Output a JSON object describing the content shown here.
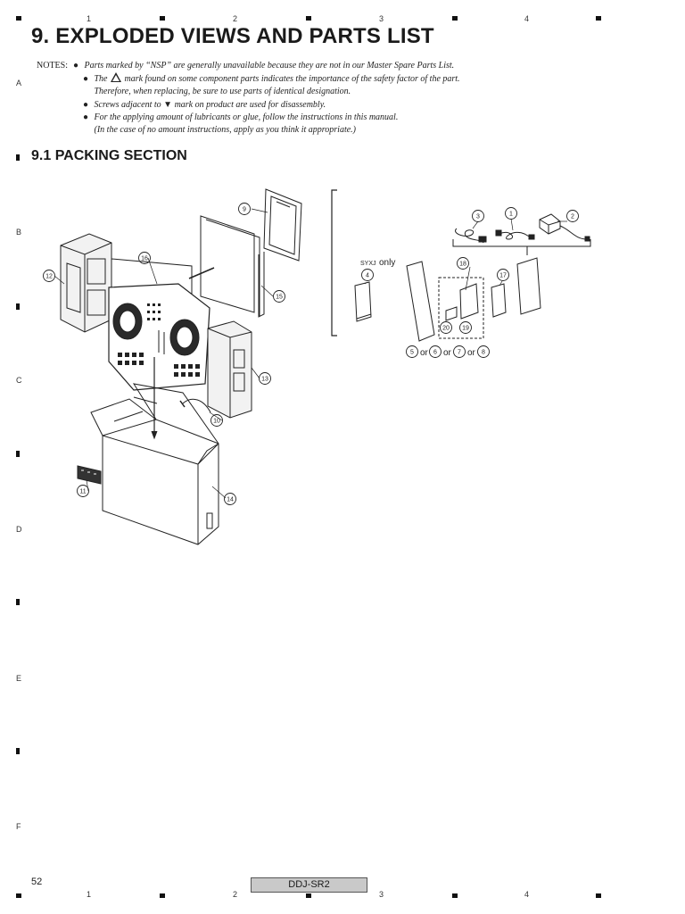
{
  "ruler": {
    "columns": [
      "1",
      "2",
      "3",
      "4"
    ],
    "rows": [
      "A",
      "B",
      "C",
      "D",
      "E",
      "F"
    ]
  },
  "header": {
    "title": "9. EXPLODED VIEWS AND PARTS LIST"
  },
  "notes": {
    "label": "NOTES:",
    "items": [
      "Parts marked by “NSP” are generally unavailable because they are not in our Master Spare Parts List.",
      "The",
      "mark found on some component parts indicates the importance of the safety factor of the part.",
      "Therefore, when replacing, be sure to use parts of identical designation.",
      "Screws adjacent to ▼ mark on product are used for disassembly.",
      "For the applying amount of lubricants or glue, follow the instructions in this manual.",
      "(In the case of no amount instructions, apply as you think it appropriate.)"
    ]
  },
  "section": {
    "title": "9.1  PACKING SECTION"
  },
  "diagram": {
    "region_note": "SYXJ",
    "region_note_suffix": "only",
    "or_word": "or",
    "callouts": [
      "1",
      "2",
      "3",
      "4",
      "5",
      "6",
      "7",
      "8",
      "9",
      "10",
      "11",
      "12",
      "13",
      "14",
      "15",
      "16",
      "17",
      "18",
      "19",
      "20"
    ]
  },
  "footer": {
    "page_number": "52",
    "model": "DDJ-SR2"
  }
}
